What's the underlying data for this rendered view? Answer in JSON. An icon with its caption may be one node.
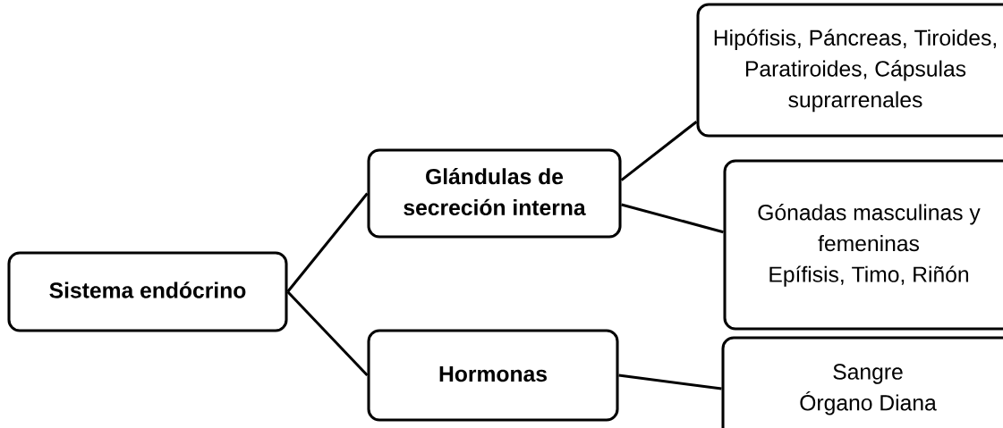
{
  "diagram": {
    "nodes": [
      {
        "text": [
          "Sistema endócrino"
        ]
      },
      {
        "text": [
          "Glándulas de secreción interna"
        ]
      },
      {
        "text": [
          "Hormonas"
        ]
      },
      {
        "text": [
          "Hipófisis, Páncreas, Tiroides, Paratiroides, Cápsulas suprarrenales"
        ]
      },
      {
        "text": [
          "Gónadas masculinas y femeninas",
          "Epífisis, Timo, Riñón"
        ]
      },
      {
        "text": [
          "Sangre",
          "Órgano Diana"
        ]
      }
    ],
    "edges": [
      {
        "from": 0,
        "to": 1,
        "arrow": "none"
      },
      {
        "from": 0,
        "to": 2,
        "arrow": "none"
      },
      {
        "from": 1,
        "to": 3,
        "arrow": "none"
      },
      {
        "from": 1,
        "to": 4,
        "arrow": "none"
      },
      {
        "from": 2,
        "to": 5,
        "arrow": "none"
      }
    ]
  }
}
